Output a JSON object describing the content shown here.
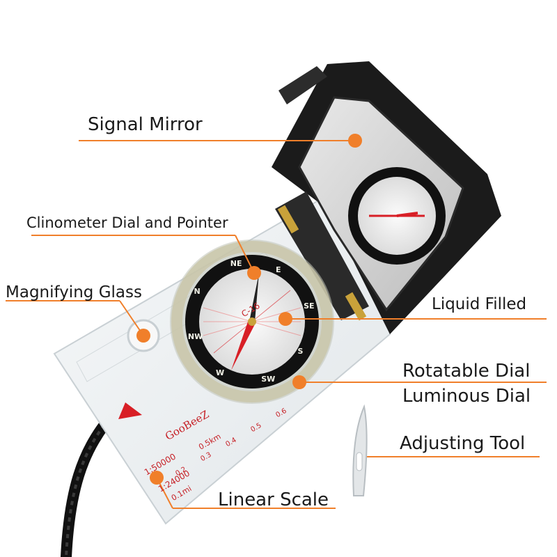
{
  "labels": {
    "signal_mirror": "Signal Mirror",
    "clinometer": "Clinometer Dial and Pointer",
    "magnifying_glass": "Magnifying Glass",
    "liquid_filled": "Liquid Filled",
    "rotatable_dial": "Rotatable Dial",
    "luminous_dial": "Luminous Dial",
    "adjusting_tool": "Adjusting Tool",
    "linear_scale": "Linear Scale"
  },
  "compass_marks": {
    "bezel": [
      "N",
      "NE",
      "E",
      "SE",
      "S",
      "SW",
      "W",
      "NW"
    ],
    "brand": "GooBeeZ",
    "scale_1": "1:24000",
    "scale_2": "1:50000",
    "unit_mi": "0.1mi",
    "unit_km": "0.5km",
    "ruler_numbers": [
      "0.2",
      "0.3",
      "0.4",
      "0.5",
      "0.6"
    ],
    "clino_text": "C-16"
  },
  "colors": {
    "leader": "#f07f2a",
    "text": "#1a1a1a",
    "housing": "#1b1b1b",
    "baseplate": "#eef2f4",
    "red": "#d81f26"
  }
}
